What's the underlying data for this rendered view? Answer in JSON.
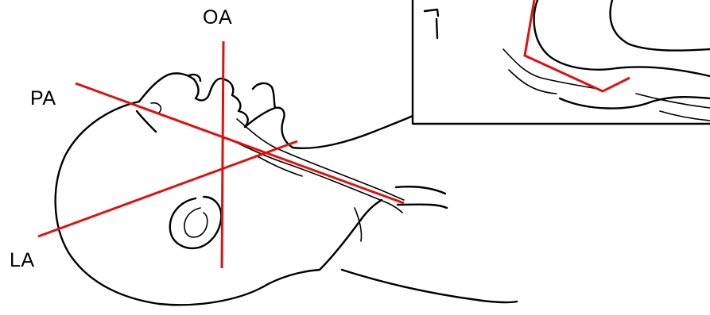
{
  "labels": {
    "oral_axis": "OA",
    "pharyngeal_axis": "PA",
    "laryngeal_axis": "LA"
  },
  "colors": {
    "axis_line": "#e01010",
    "outline": "#000000",
    "background": "#ffffff"
  }
}
